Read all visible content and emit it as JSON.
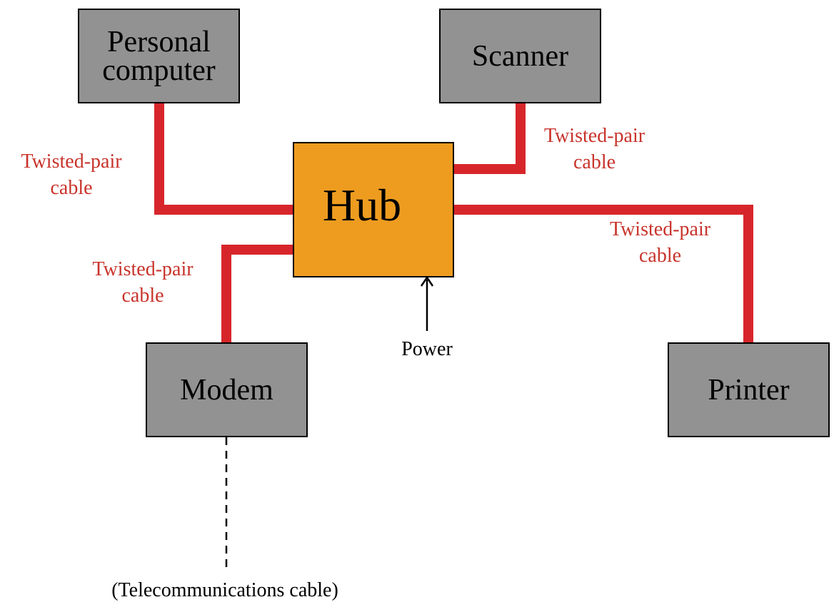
{
  "colors": {
    "device_fill": "#929292",
    "hub_fill": "#ee9c20",
    "cable": "#d7262b",
    "cable_label": "#c8332b",
    "outline": "#000000"
  },
  "devices": {
    "pc": {
      "line1": "Personal",
      "line2": "computer"
    },
    "scanner": {
      "label": "Scanner"
    },
    "hub": {
      "label": "Hub"
    },
    "modem": {
      "label": "Modem"
    },
    "printer": {
      "label": "Printer"
    }
  },
  "cables": {
    "pc": {
      "line1": "Twisted-pair",
      "line2": "cable"
    },
    "scanner": {
      "line1": "Twisted-pair",
      "line2": "cable"
    },
    "printer": {
      "line1": "Twisted-pair",
      "line2": "cable"
    },
    "modem": {
      "line1": "Twisted-pair",
      "line2": "cable"
    }
  },
  "power_label": "Power",
  "telecom_label": "(Telecommunications cable)"
}
